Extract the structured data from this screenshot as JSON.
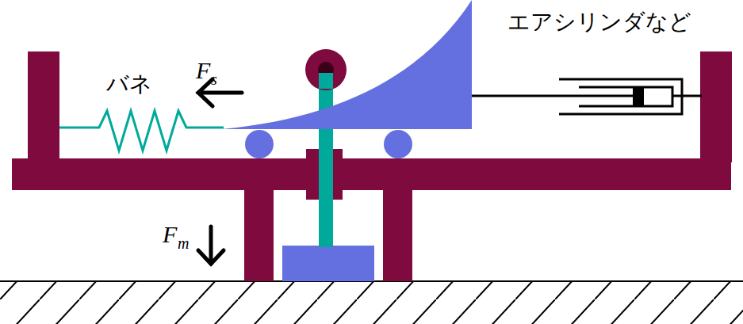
{
  "diagram": {
    "labels": [
      "エアシリンダなど",
      "バネ",
      "F",
      "s",
      "F",
      "m"
    ]
  }
}
